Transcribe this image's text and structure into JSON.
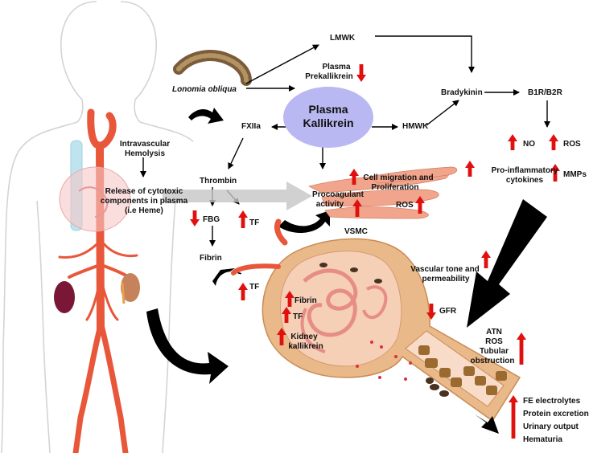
{
  "organism": "Lonomia obliqua",
  "center": {
    "line1": "Plasma",
    "line2": "Kallikrein"
  },
  "labels": {
    "lmwk": "LMWK",
    "prekallikrein_1": "Plasma",
    "prekallikrein_2": "Prekallikrein",
    "bradykinin": "Bradykinin",
    "b1r_b2r": "B1R/B2R",
    "hmwk": "HMWK",
    "fxiia": "FXIIa",
    "no": "NO",
    "ros_top": "ROS",
    "proinflam_1": "Pro-inflammatory",
    "proinflam_2": "cytokines",
    "mmps": "MMPs",
    "hemolysis_1": "Intravascular",
    "hemolysis_2": "Hemolysis",
    "release_1": "Release of cytotoxic",
    "release_2": "components in plasma",
    "release_3": "(i.e Heme)",
    "thrombin": "Thrombin",
    "fbg": "FBG",
    "tf_1": "TF",
    "fibrin_left": "Fibrin",
    "tf_2": "TF",
    "cellmig_1": "Cell migration and",
    "cellmig_2": "Proliferation",
    "procoag_1": "Procoagulant",
    "procoag_2": "activity",
    "ros_vsmc": "ROS",
    "vsmc": "VSMC",
    "vascular_1": "Vascular tone and",
    "vascular_2": "permeability",
    "gfr": "GFR",
    "fibrin_kidney": "Fibrin",
    "tf_kidney": "TF",
    "kidneykall_1": "Kidney",
    "kidneykall_2": "kallikrein",
    "atn": "ATN",
    "ros_kidney": "ROS",
    "tubular_1": "Tubular",
    "tubular_2": "obstruction",
    "fe": "FE electrolytes",
    "protein": "Protein excretion",
    "urinary": "Urinary output",
    "hematuria": "Hematuria"
  },
  "colors": {
    "up_down_arrow": "#e0100f",
    "kallikrein_fill": "#b9b8f2",
    "vessel": "#e8573a",
    "kidney_tissue": "#e9b98a",
    "vsmc_cell": "#f1a58c"
  }
}
